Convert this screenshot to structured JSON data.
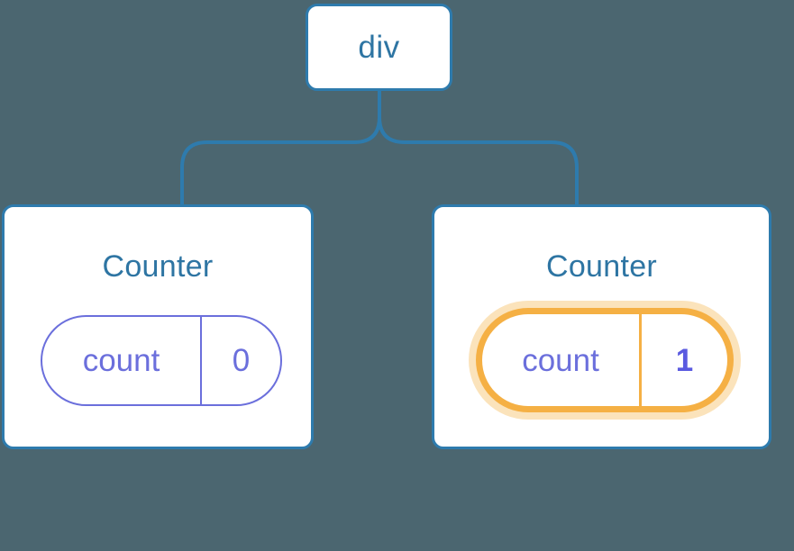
{
  "diagram": {
    "title": "react-component-tree-state-update",
    "background_color": "#4b6670",
    "node_border_color": "#2e7bad",
    "node_text_color": "#2e75a3",
    "state_color": "#6b6fdc",
    "highlight_color": "#f5b044",
    "highlight_glow_color": "#fbe3bb",
    "value_updated_color": "#5a5ae0"
  },
  "root": {
    "label": "div"
  },
  "children": [
    {
      "title": "Counter",
      "state": {
        "key": "count",
        "value": "0"
      },
      "highlighted": false
    },
    {
      "title": "Counter",
      "state": {
        "key": "count",
        "value": "1"
      },
      "highlighted": true,
      "sparkles": [
        "sparkle-large",
        "sparkle-small"
      ]
    }
  ]
}
